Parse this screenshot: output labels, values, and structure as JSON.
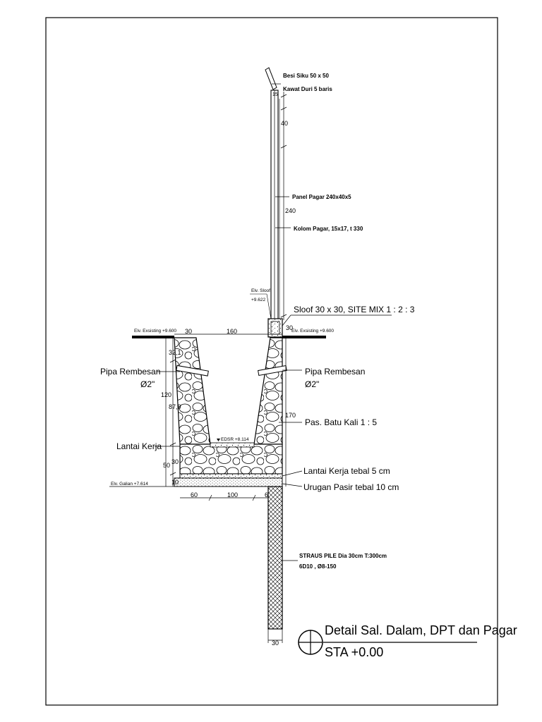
{
  "labels": {
    "besi_siku": "Besi Siku 50 x 50",
    "kawat_duri": "Kawat Duri 5 baris",
    "panel_pagar": "Panel Pagar  240x40x5",
    "kolom_pagar": "Kolom Pagar, 15x17, t 330",
    "elv_sloof": "Elv. Sloof",
    "elv_sloof_value": "+9.622",
    "sloof": "Sloof 30 x 30, SITE MIX 1 : 2 : 3",
    "elv_existing_left": "Elv. Exsisting +9.600",
    "elv_existing_right": "Elv. Exsisting +9.600",
    "pipa_rembesan_left": "Pipa Rembesan",
    "pipa_dia_left": "Ø2\"",
    "pipa_rembesan_right": "Pipa Rembesan",
    "pipa_dia_right": "Ø2\"",
    "pas_batu_kali": "Pas. Batu Kali 1 : 5",
    "lantai_kerja": "Lantai Kerja",
    "edsr": "EDSR +8.114",
    "lantai_kerja_tebal": "Lantai Kerja tebal 5 cm",
    "urugan_pasir": "Urugan Pasir tebal 10 cm",
    "elv_galian": "Elv. Galian +7.614",
    "straus_pile": "STRAUS PILE Dia 30cm T:300cm",
    "tulangan": "6D10 , Ø8-150"
  },
  "dimensions": {
    "d15": "15",
    "d40": "40",
    "d240": "240",
    "d30_top_left": "30",
    "d160": "160",
    "d30_top_right": "30",
    "d32_1": "32,1",
    "d120": "120",
    "d87_9": "87,9",
    "d170": "170",
    "d50": "50",
    "d30_side": "30",
    "d10": "10",
    "d60_left": "60",
    "d100": "100",
    "d60_right": "60",
    "d30_pile": "30"
  },
  "title": {
    "main": "Detail Sal. Dalam, DPT dan Pagar",
    "sub": "STA +0.00"
  }
}
